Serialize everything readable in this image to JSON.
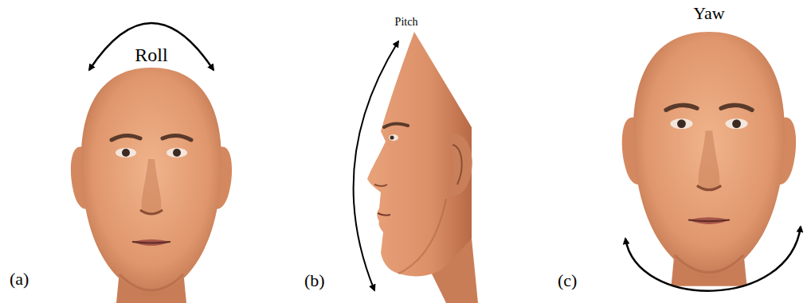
{
  "diagram": {
    "labels": [
      "Roll",
      "(a)",
      "Pitch",
      "(b)",
      "Yaw",
      "(c)"
    ]
  }
}
